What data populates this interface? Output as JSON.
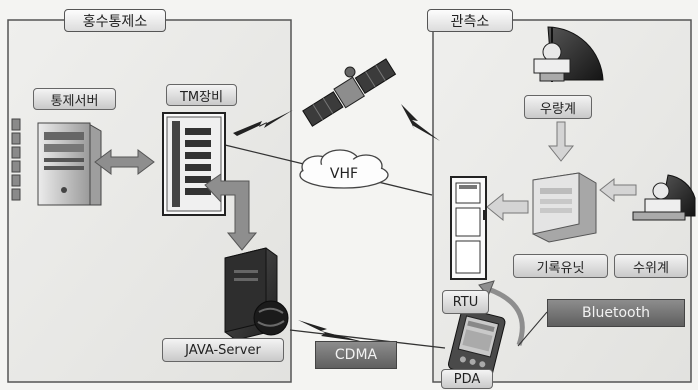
{
  "panels": {
    "control_center": {
      "title": "홍수통제소"
    },
    "station": {
      "title": "관측소"
    }
  },
  "labels": {
    "control_server": "통제서버",
    "tm_equipment": "TM장비",
    "java_server": "JAVA-Server",
    "vhf": "VHF",
    "cdma": "CDMA",
    "rain_gauge": "우량계",
    "data_logger": "기록유닛",
    "water_level_gauge": "수위계",
    "rtu": "RTU",
    "bluetooth": "Bluetooth",
    "pda": "PDA"
  },
  "colors": {
    "panel_border": "#555555",
    "arrow_fill": "#8e8e8e",
    "arrow_light": "#d4d4d4",
    "signal_bolt": "#222222",
    "dark_tag": "#707070"
  },
  "icons": [
    "server-tower-icon",
    "tm-equipment-rack-icon",
    "java-server-icon",
    "satellite-icon",
    "vhf-cloud-icon",
    "rain-gauge-dome-icon",
    "data-logger-unit-icon",
    "water-level-dome-icon",
    "rtu-cabinet-icon",
    "pda-device-icon",
    "lightning-bolt-icon",
    "bidirectional-arrow-icon"
  ]
}
